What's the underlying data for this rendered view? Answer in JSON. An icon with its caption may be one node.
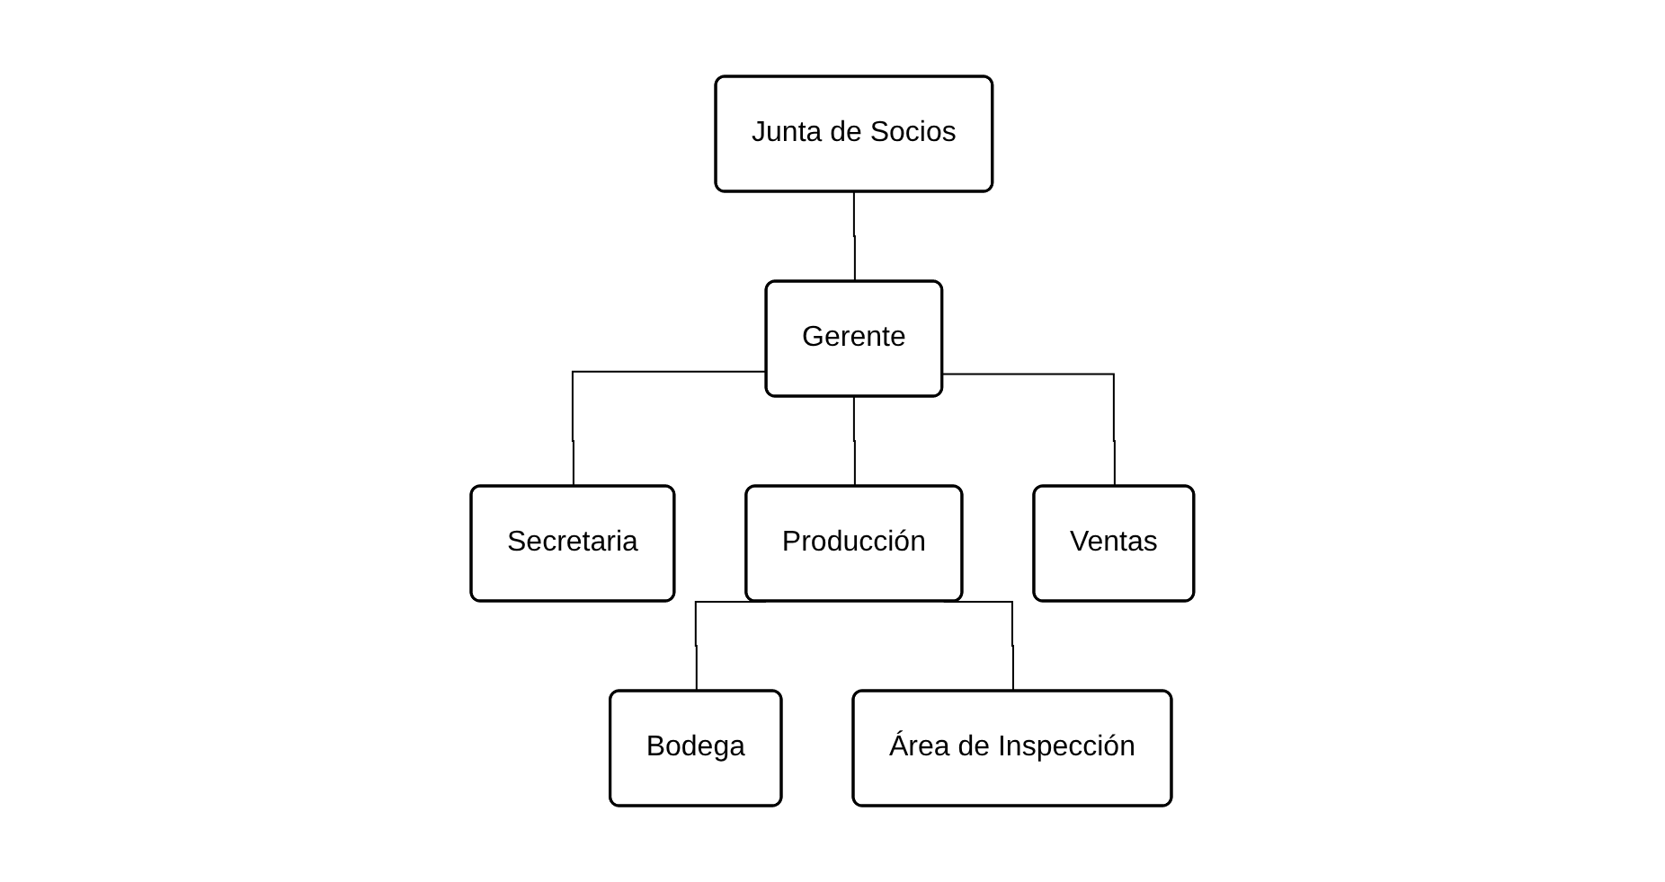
{
  "diagram": {
    "nodes": [
      {
        "text": [
          "Junta de Socios"
        ]
      },
      {
        "text": [
          "Gerente"
        ]
      },
      {
        "text": [
          "Secretaria"
        ]
      },
      {
        "text": [
          "Producción"
        ]
      },
      {
        "text": [
          "Ventas"
        ]
      },
      {
        "text": [
          "Bodega"
        ]
      },
      {
        "text": [
          "Área de Inspección"
        ]
      }
    ],
    "edges": [
      {
        "from": 0,
        "to": 1,
        "arrow": "none"
      },
      {
        "from": 1,
        "to": 2,
        "arrow": "none"
      },
      {
        "from": 1,
        "to": 3,
        "arrow": "none"
      },
      {
        "from": 1,
        "to": 4,
        "arrow": "none"
      },
      {
        "from": 3,
        "to": 5,
        "arrow": "none"
      },
      {
        "from": 3,
        "to": 6,
        "arrow": "none"
      }
    ]
  }
}
